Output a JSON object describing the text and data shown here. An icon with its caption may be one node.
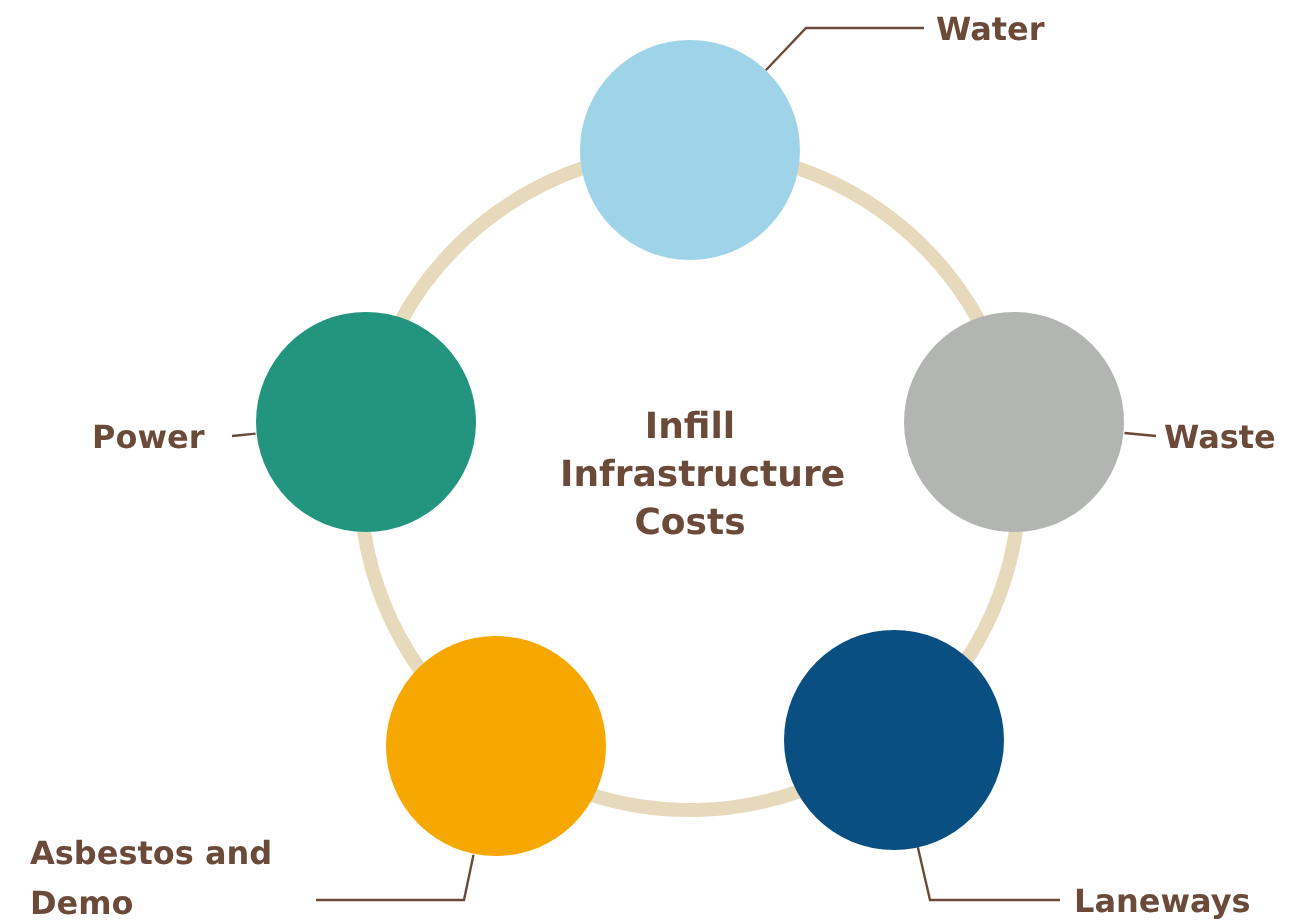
{
  "diagram": {
    "title": "Infill Infrastructure Costs",
    "nodes": [
      {
        "text": [
          "Water"
        ]
      },
      {
        "text": [],
        "shape": "circle"
      },
      {
        "text": [
          "Power"
        ]
      },
      {
        "text": [],
        "shape": "circle"
      },
      {
        "text": [],
        "shape": "circle"
      },
      {
        "text": [
          "Waste"
        ]
      },
      {
        "text": [],
        "shape": "circle"
      },
      {
        "text": [],
        "shape": "circle"
      },
      {
        "text": [
          "Asbestos and Demo"
        ]
      },
      {
        "text": [
          "Laneways"
        ]
      }
    ],
    "edges": [
      {
        "from": 0,
        "to": 1,
        "arrow": "none"
      },
      {
        "from": 2,
        "to": 3,
        "arrow": "none"
      },
      {
        "from": 5,
        "to": 4,
        "arrow": "none"
      },
      {
        "from": 8,
        "to": 6,
        "arrow": "none"
      },
      {
        "from": 9,
        "to": 7,
        "arrow": "none"
      },
      {
        "from": 1,
        "to": 4,
        "arrow": "none",
        "style": "thick",
        "color": "#e6d9bc"
      },
      {
        "from": 4,
        "to": 7,
        "arrow": "none",
        "style": "thick",
        "color": "#e6d9bc"
      },
      {
        "from": 7,
        "to": 6,
        "arrow": "none",
        "style": "thick",
        "color": "#e6d9bc"
      },
      {
        "from": 6,
        "to": 3,
        "arrow": "none",
        "style": "thick",
        "color": "#e6d9bc"
      },
      {
        "from": 3,
        "to": 1,
        "arrow": "none",
        "style": "thick",
        "color": "#e6d9bc"
      }
    ]
  }
}
